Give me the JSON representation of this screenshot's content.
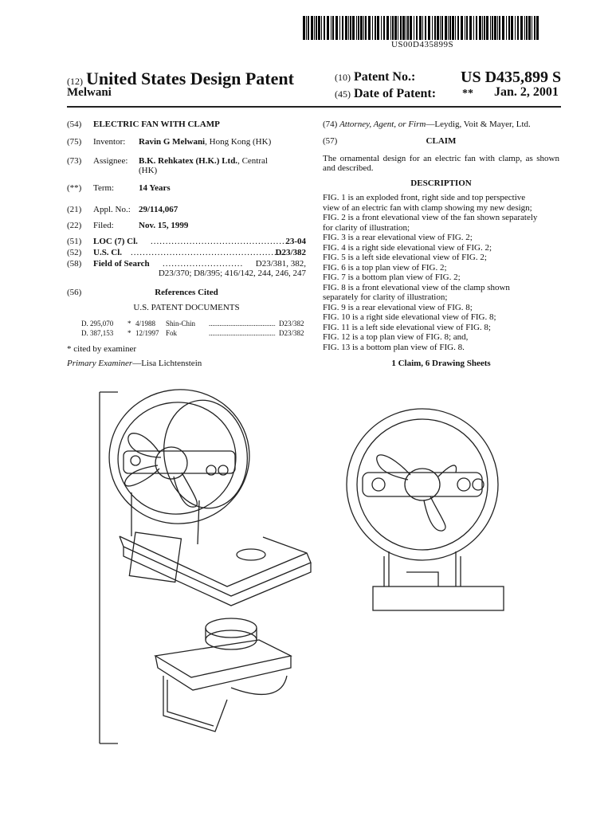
{
  "barcode_number": "US00D435899S",
  "header": {
    "code12": "(12)",
    "doc_type": "United States Design Patent",
    "inventor_short": "Melwani",
    "code10": "(10)",
    "patent_no_label": "Patent No.:",
    "patent_no": "US D435,899 S",
    "code45": "(45)",
    "date_label": "Date of Patent:",
    "date_stars": "**",
    "date_value": "Jan. 2, 2001"
  },
  "fields": {
    "f54": {
      "code": "(54)",
      "value": "ELECTRIC FAN WITH CLAMP"
    },
    "f75": {
      "code": "(75)",
      "label": "Inventor:",
      "name": "Ravin G Melwani",
      "place": ", Hong Kong (HK)"
    },
    "f73": {
      "code": "(73)",
      "label": "Assignee:",
      "name": "B.K. Rehkatex (H.K.) Ltd.",
      "place": ", Central",
      "place2": "(HK)"
    },
    "fterm": {
      "code": "(**)",
      "label": "Term:",
      "value": "14 Years"
    },
    "f21": {
      "code": "(21)",
      "label": "Appl. No.:",
      "value": "29/114,067"
    },
    "f22": {
      "code": "(22)",
      "label": "Filed:",
      "value": "Nov. 15, 1999"
    },
    "f51": {
      "code": "(51)",
      "label": "LOC (7) Cl.",
      "value": "23-04"
    },
    "f52": {
      "code": "(52)",
      "label": "U.S. Cl.",
      "value": "D23/382"
    },
    "f58": {
      "code": "(58)",
      "label": "Field of Search",
      "value": "D23/381, 382,",
      "value2": "D23/370; D8/395; 416/142, 244, 246, 247"
    },
    "f56": {
      "code": "(56)",
      "title": "References Cited"
    },
    "us_docs_title": "U.S. PATENT DOCUMENTS",
    "references": [
      {
        "num": "D. 295,070",
        "star": "*",
        "date": "4/1988",
        "name": "Shin-Chin",
        "cls": "D23/382"
      },
      {
        "num": "D. 387,153",
        "star": "*",
        "date": "12/1997",
        "name": "Fok",
        "cls": "D23/382"
      }
    ],
    "cited_note": "* cited by examiner",
    "examiner_label": "Primary Examiner",
    "examiner_name": "—Lisa Lichtenstein"
  },
  "right": {
    "f74_code": "(74)",
    "f74_label": "Attorney, Agent, or Firm",
    "f74_value": "—Leydig, Voit & Mayer, Ltd.",
    "f57_code": "(57)",
    "claim_title": "CLAIM",
    "claim_text": "The ornamental design for an electric fan with clamp, as shown and described.",
    "desc_title": "DESCRIPTION",
    "desc_lines": [
      "FIG. 1 is an exploded front, right side and top perspective",
      "view of an electric fan with clamp showing my new design;",
      "FIG. 2 is a front elevational view of the fan shown separately",
      "for clarity of illustration;",
      "FIG. 3 is a rear elevational view of FIG. 2;",
      "FIG. 4 is a right side elevational view of FIG. 2;",
      "FIG. 5 is a left side elevational view of FIG. 2;",
      "FIG. 6 is a top plan view of FIG. 2;",
      "FIG. 7 is a bottom plan view of FIG. 2;",
      "FIG. 8 is a front elevational view of the clamp shown",
      "separately for clarity of illustration;",
      "FIG. 9 is a rear elevational view of FIG. 8;",
      "FIG. 10 is a right side elevational view of FIG. 8;",
      "FIG. 11 is a left side elevational view of FIG. 8;",
      "FIG. 12 is a top plan view of FIG. 8; and,",
      "FIG. 13 is a bottom plan view of FIG. 8."
    ],
    "claims_summary": "1 Claim, 6 Drawing Sheets"
  }
}
